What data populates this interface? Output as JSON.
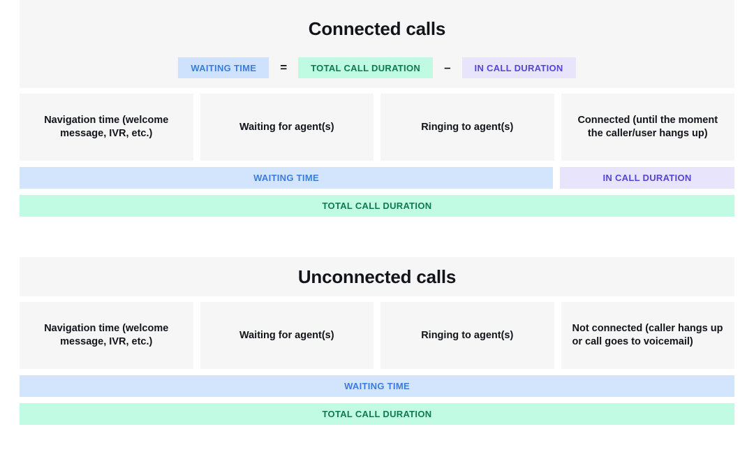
{
  "colors": {
    "page_background": "#ffffff",
    "panel_background": "#f6f6f6",
    "waiting_blue_bg": "#d3e4fd",
    "waiting_blue_text": "#3b7ddd",
    "total_green_bg": "#c2fbe4",
    "total_green_text": "#0e7a50",
    "incall_purple_bg": "#e8e4fb",
    "incall_purple_text": "#5346d6",
    "heading_text": "#12141a"
  },
  "connected": {
    "title": "Connected calls",
    "formula": {
      "result_chip": "WAITING TIME",
      "equals_operator": "=",
      "minuend_chip": "TOTAL CALL DURATION",
      "minus_operator": "–",
      "subtrahend_chip": "IN CALL DURATION"
    },
    "segments": [
      "Navigation time (welcome message, IVR, etc.)",
      "Waiting for agent(s)",
      "Ringing to agent(s)",
      "Connected (until the moment the caller/user hangs up)"
    ],
    "bars": {
      "waiting_time": "WAITING TIME",
      "in_call_duration": "IN CALL DURATION",
      "total_call_duration": "TOTAL CALL DURATION"
    }
  },
  "unconnected": {
    "title": "Unconnected calls",
    "segments": [
      "Navigation time (welcome message, IVR, etc.)",
      "Waiting for agent(s)",
      "Ringing to agent(s)",
      "Not connected (caller hangs up or call goes to voicemail)"
    ],
    "bars": {
      "waiting_time": "WAITING TIME",
      "total_call_duration": "TOTAL CALL DURATION"
    }
  }
}
